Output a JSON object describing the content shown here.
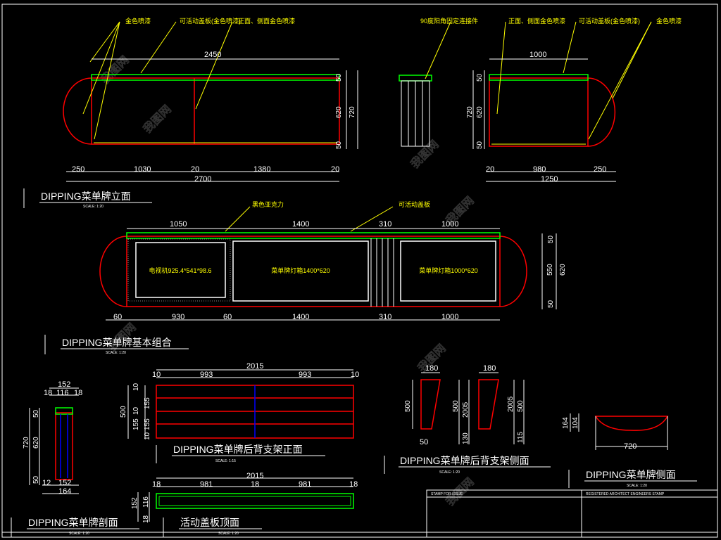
{
  "colors": {
    "background": "#000000",
    "outline": "#ff0000",
    "dimension": "#ffffff",
    "annotation": "#ffff00",
    "panel": "#00ff00",
    "divider": "#0000ff"
  },
  "elevation": {
    "notes": [
      "金色喷漆",
      "可活动盖板(金色喷漆)",
      "正面、侧面金色喷漆"
    ],
    "dims_top": "2450",
    "dims_bottom": [
      "250",
      "1030",
      "20",
      "1380",
      "20"
    ],
    "dim_total": "2700",
    "dims_right": [
      "50",
      "620",
      "720",
      "50"
    ],
    "title": "DIPPING菜单牌立面",
    "scale": "SCALE: 1:20"
  },
  "connector": {
    "note": "90度阳角固定连接件"
  },
  "side_elevation": {
    "notes": [
      "正面、侧面金色喷漆",
      "可活动盖板(金色喷漆)",
      "金色喷漆"
    ],
    "dim_top": "1000",
    "dims_left": [
      "720",
      "620",
      "50",
      "50"
    ],
    "dims_bottom": [
      "20",
      "980",
      "250"
    ],
    "dim_total": "1250"
  },
  "combination": {
    "notes": [
      "黑色亚克力",
      "可活动盖板"
    ],
    "dims_top": [
      "1050",
      "1400",
      "310",
      "1000"
    ],
    "dims_bottom": [
      "60",
      "930",
      "60",
      "1400",
      "310",
      "1000"
    ],
    "dims_right": [
      "50",
      "550",
      "620",
      "50"
    ],
    "panel_labels": [
      "电视机925.4*541*98.6",
      "菜单牌灯箱1400*620",
      "菜单牌灯箱1000*620"
    ],
    "title": "DIPPING菜单牌基本组合",
    "scale": "SCALE: 1:20"
  },
  "section": {
    "dims_top": [
      "152",
      "18",
      "116",
      "18"
    ],
    "dims_left": [
      "720",
      "620",
      "50",
      "50"
    ],
    "dims_bottom": [
      "12",
      "152",
      "164"
    ],
    "title": "DIPPING菜单牌剖面",
    "scale": "SCALE: 1:20"
  },
  "back_frame": {
    "dim_total": "2015",
    "dims_top": [
      "10",
      "993",
      "993",
      "10"
    ],
    "dims_left": [
      "500",
      "10",
      "155",
      "155",
      "10",
      "155",
      "10"
    ],
    "title": "DIPPING菜单牌后背支架正面",
    "scale": "SCALE: 1:15"
  },
  "cover_plan": {
    "dim_total": "2015",
    "dims_top": [
      "18",
      "981",
      "18",
      "981",
      "18"
    ],
    "dims_left": [
      "152",
      "116",
      "18"
    ],
    "title": "活动盖板顶面",
    "scale": "SCALE: 1:20"
  },
  "frame_side": {
    "dims_a": [
      "180",
      "500",
      "50"
    ],
    "dims_b": [
      "180",
      "500",
      "130",
      "2005",
      "2005",
      "500",
      "115"
    ],
    "title": "DIPPING菜单牌后背支架侧面",
    "scale": "SCALE: 1:20"
  },
  "board_side": {
    "dims": [
      "164",
      "104",
      "720"
    ],
    "title": "DIPPING菜单牌侧面",
    "scale": "SCALE: 1:20"
  },
  "title_block": {
    "left_label": "STAMP FOR ISSUE",
    "right_label": "REGISTERED ARCHITECT ENGINEERS STAMP"
  },
  "watermark": "我图网"
}
